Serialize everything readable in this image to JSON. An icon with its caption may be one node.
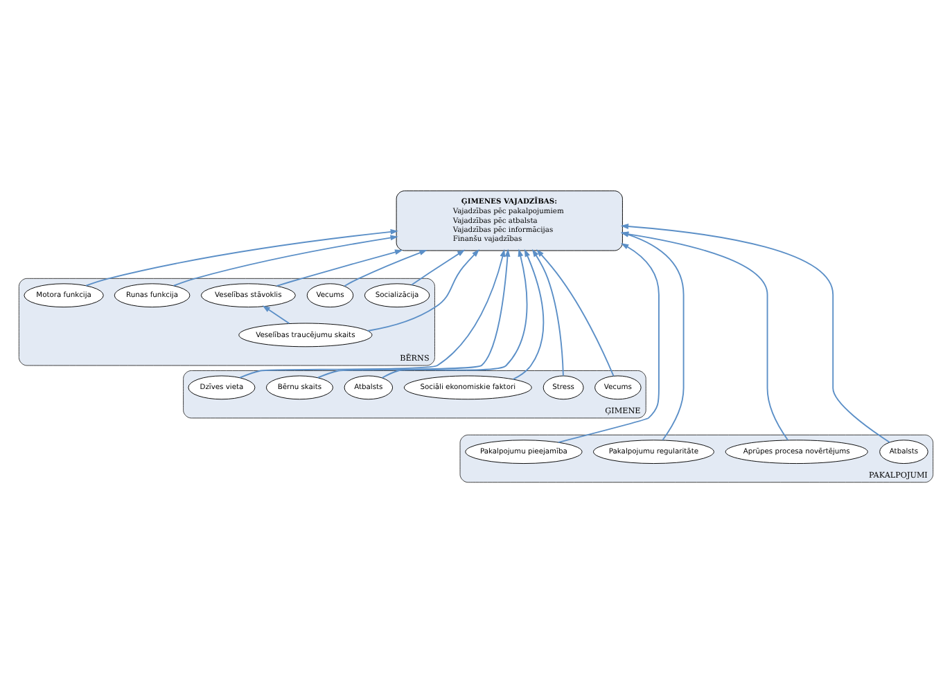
{
  "diagram": {
    "nodes": [
      {
        "text": [
          "ĢIMENES VAJADZĪBAS:",
          "Vajadzības pēc pakalpojumiem",
          "Vajadzības pēc atbalsta",
          "Vajadzības pēc informācijas",
          "Finanšu vajadzības"
        ]
      },
      {
        "text": [
          "BĒRNS"
        ]
      },
      {
        "text": [
          "Motora funkcija"
        ],
        "in": 1
      },
      {
        "text": [
          "Runas funkcija"
        ],
        "in": 1
      },
      {
        "text": [
          "Veselības stāvoklis"
        ],
        "in": 1
      },
      {
        "text": [
          "Veselības traucējumu skaits"
        ],
        "in": 1
      },
      {
        "text": [
          "Vecums"
        ],
        "in": 1
      },
      {
        "text": [
          "Socializācija"
        ],
        "in": 1
      },
      {
        "text": [
          "ĢIMENE"
        ]
      },
      {
        "text": [
          "Dzīves vieta"
        ],
        "in": 8
      },
      {
        "text": [
          "Bērnu skaits"
        ],
        "in": 8
      },
      {
        "text": [
          "Atbalsts"
        ],
        "in": 8
      },
      {
        "text": [
          "Sociāli ekonomiskie faktori"
        ],
        "in": 8
      },
      {
        "text": [
          "Stress"
        ],
        "in": 8
      },
      {
        "text": [
          "Vecums"
        ],
        "in": 8
      },
      {
        "text": [
          "PAKALPOJUMI"
        ]
      },
      {
        "text": [
          "Pakalpojumu pieejamība"
        ],
        "in": 15
      },
      {
        "text": [
          "Pakalpojumu regularitāte"
        ],
        "in": 15
      },
      {
        "text": [
          "Aprūpes procesa novērtējums"
        ],
        "in": 15
      },
      {
        "text": [
          "Atbalsts"
        ],
        "in": 15
      }
    ],
    "edges": [
      {
        "from": 2,
        "to": 0,
        "arrow": "to"
      },
      {
        "from": 3,
        "to": 0,
        "arrow": "to"
      },
      {
        "from": 4,
        "to": 0,
        "arrow": "to"
      },
      {
        "from": 5,
        "to": 0,
        "arrow": "to"
      },
      {
        "from": 5,
        "to": 4,
        "arrow": "to"
      },
      {
        "from": 6,
        "to": 0,
        "arrow": "to"
      },
      {
        "from": 7,
        "to": 0,
        "arrow": "to"
      },
      {
        "from": 9,
        "to": 0,
        "arrow": "to"
      },
      {
        "from": 10,
        "to": 0,
        "arrow": "to"
      },
      {
        "from": 11,
        "to": 0,
        "arrow": "to"
      },
      {
        "from": 12,
        "to": 0,
        "arrow": "to"
      },
      {
        "from": 13,
        "to": 0,
        "arrow": "to"
      },
      {
        "from": 14,
        "to": 0,
        "arrow": "to"
      },
      {
        "from": 16,
        "to": 0,
        "arrow": "to"
      },
      {
        "from": 17,
        "to": 0,
        "arrow": "to"
      },
      {
        "from": 18,
        "to": 0,
        "arrow": "to"
      },
      {
        "from": 19,
        "to": 0,
        "arrow": "to"
      }
    ]
  }
}
